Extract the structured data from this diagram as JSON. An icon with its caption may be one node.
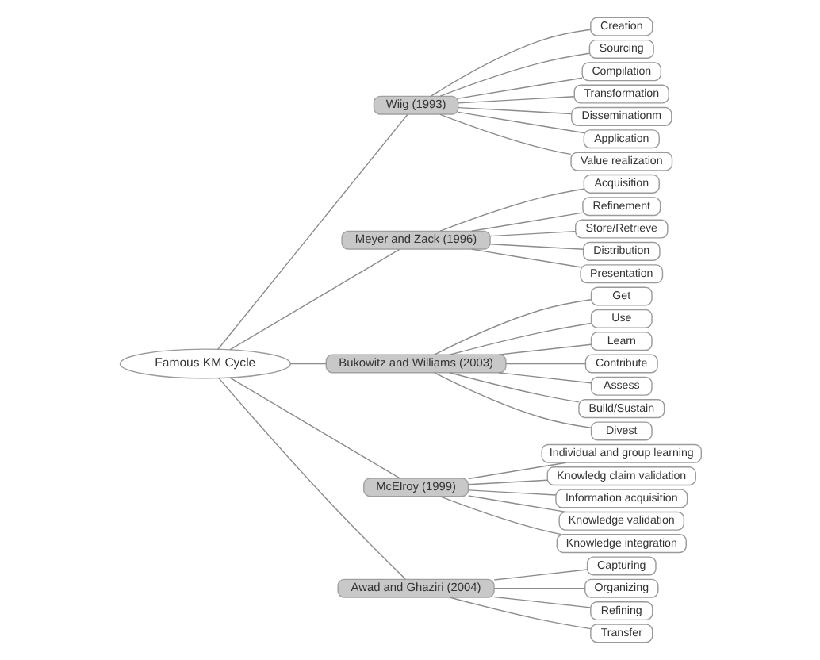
{
  "diagram": {
    "nodes": [
      {
        "text": [
          "Famous KM Cycle"
        ]
      },
      {
        "text": [
          "Wiig (1993)"
        ]
      },
      {
        "text": [
          "Creation"
        ]
      },
      {
        "text": [
          "Sourcing"
        ]
      },
      {
        "text": [
          "Compilation"
        ]
      },
      {
        "text": [
          "Transformation"
        ]
      },
      {
        "text": [
          "Disseminationm"
        ]
      },
      {
        "text": [
          "Application"
        ]
      },
      {
        "text": [
          "Value realization"
        ]
      },
      {
        "text": [
          "Meyer and Zack (1996)"
        ]
      },
      {
        "text": [
          "Acquisition"
        ]
      },
      {
        "text": [
          "Refinement"
        ]
      },
      {
        "text": [
          "Store/Retrieve"
        ]
      },
      {
        "text": [
          "Distribution"
        ]
      },
      {
        "text": [
          "Presentation"
        ]
      },
      {
        "text": [
          "Bukowitz and Williams (2003)"
        ]
      },
      {
        "text": [
          "Get"
        ]
      },
      {
        "text": [
          "Use"
        ]
      },
      {
        "text": [
          "Learn"
        ]
      },
      {
        "text": [
          "Contribute"
        ]
      },
      {
        "text": [
          "Assess"
        ]
      },
      {
        "text": [
          "Build/Sustain"
        ]
      },
      {
        "text": [
          "Divest"
        ]
      },
      {
        "text": [
          "McElroy (1999)"
        ]
      },
      {
        "text": [
          "Individual and group learning"
        ]
      },
      {
        "text": [
          "Knowledg claim validation"
        ]
      },
      {
        "text": [
          "Information acquisition"
        ]
      },
      {
        "text": [
          "Knowledge validation"
        ]
      },
      {
        "text": [
          "Knowledge integration"
        ]
      },
      {
        "text": [
          "Awad and Ghaziri (2004)"
        ]
      },
      {
        "text": [
          "Capturing"
        ]
      },
      {
        "text": [
          "Organizing"
        ]
      },
      {
        "text": [
          "Refining"
        ]
      },
      {
        "text": [
          "Transfer"
        ]
      }
    ],
    "edges": [
      {
        "from": 0,
        "to": 1,
        "arrow": "none"
      },
      {
        "from": 0,
        "to": 9,
        "arrow": "none"
      },
      {
        "from": 0,
        "to": 15,
        "arrow": "none"
      },
      {
        "from": 0,
        "to": 23,
        "arrow": "none"
      },
      {
        "from": 0,
        "to": 29,
        "arrow": "none"
      },
      {
        "from": 1,
        "to": 2,
        "arrow": "none"
      },
      {
        "from": 1,
        "to": 3,
        "arrow": "none"
      },
      {
        "from": 1,
        "to": 4,
        "arrow": "none"
      },
      {
        "from": 1,
        "to": 5,
        "arrow": "none"
      },
      {
        "from": 1,
        "to": 6,
        "arrow": "none"
      },
      {
        "from": 1,
        "to": 7,
        "arrow": "none"
      },
      {
        "from": 1,
        "to": 8,
        "arrow": "none"
      },
      {
        "from": 9,
        "to": 10,
        "arrow": "none"
      },
      {
        "from": 9,
        "to": 11,
        "arrow": "none"
      },
      {
        "from": 9,
        "to": 12,
        "arrow": "none"
      },
      {
        "from": 9,
        "to": 13,
        "arrow": "none"
      },
      {
        "from": 9,
        "to": 14,
        "arrow": "none"
      },
      {
        "from": 15,
        "to": 16,
        "arrow": "none"
      },
      {
        "from": 15,
        "to": 17,
        "arrow": "none"
      },
      {
        "from": 15,
        "to": 18,
        "arrow": "none"
      },
      {
        "from": 15,
        "to": 19,
        "arrow": "none"
      },
      {
        "from": 15,
        "to": 20,
        "arrow": "none"
      },
      {
        "from": 15,
        "to": 21,
        "arrow": "none"
      },
      {
        "from": 15,
        "to": 22,
        "arrow": "none"
      },
      {
        "from": 23,
        "to": 24,
        "arrow": "none"
      },
      {
        "from": 23,
        "to": 25,
        "arrow": "none"
      },
      {
        "from": 23,
        "to": 26,
        "arrow": "none"
      },
      {
        "from": 23,
        "to": 27,
        "arrow": "none"
      },
      {
        "from": 23,
        "to": 28,
        "arrow": "none"
      },
      {
        "from": 29,
        "to": 30,
        "arrow": "none"
      },
      {
        "from": 29,
        "to": 31,
        "arrow": "none"
      },
      {
        "from": 29,
        "to": 32,
        "arrow": "none"
      },
      {
        "from": 29,
        "to": 33,
        "arrow": "none"
      }
    ]
  }
}
